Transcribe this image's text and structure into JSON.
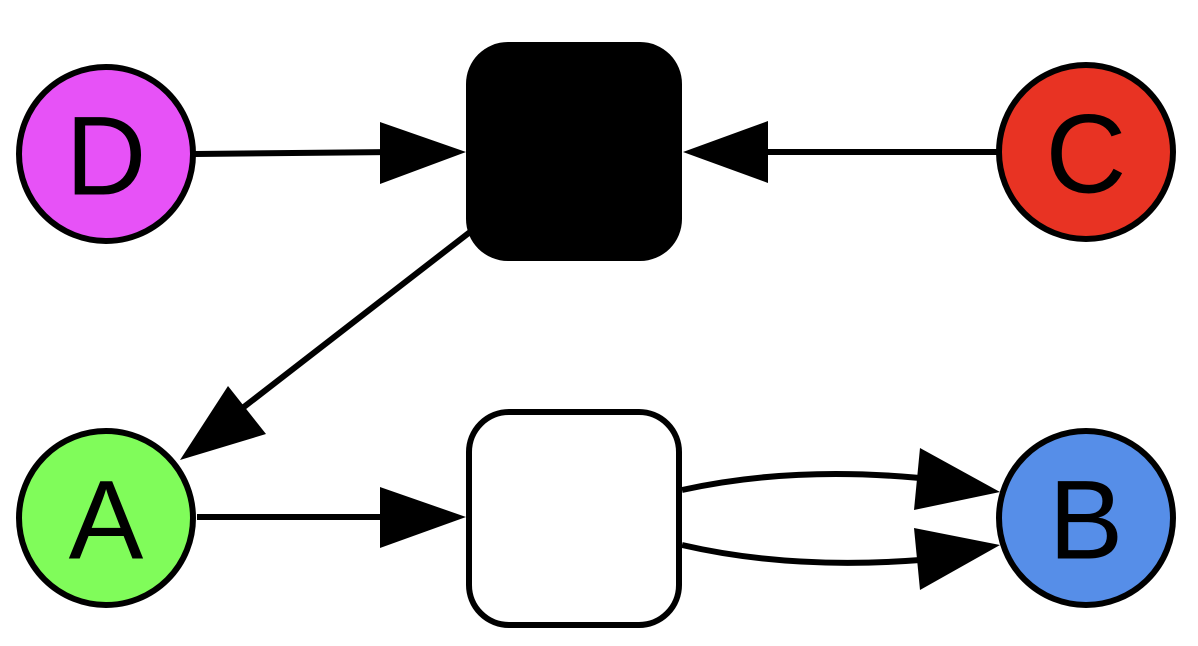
{
  "nodes": {
    "d": {
      "label": "D",
      "color": "#e752f7"
    },
    "c": {
      "label": "C",
      "color": "#e83323"
    },
    "a": {
      "label": "A",
      "color": "#80fc5a"
    },
    "b": {
      "label": "B",
      "color": "#568ee8"
    },
    "top_box": {
      "color": "#000000"
    },
    "bottom_box": {
      "color": "#ffffff"
    }
  },
  "edges": [
    {
      "from": "D",
      "to": "top_box"
    },
    {
      "from": "C",
      "to": "top_box"
    },
    {
      "from": "top_box",
      "to": "A"
    },
    {
      "from": "A",
      "to": "bottom_box"
    },
    {
      "from": "bottom_box",
      "to": "B"
    },
    {
      "from": "bottom_box",
      "to": "B"
    }
  ]
}
